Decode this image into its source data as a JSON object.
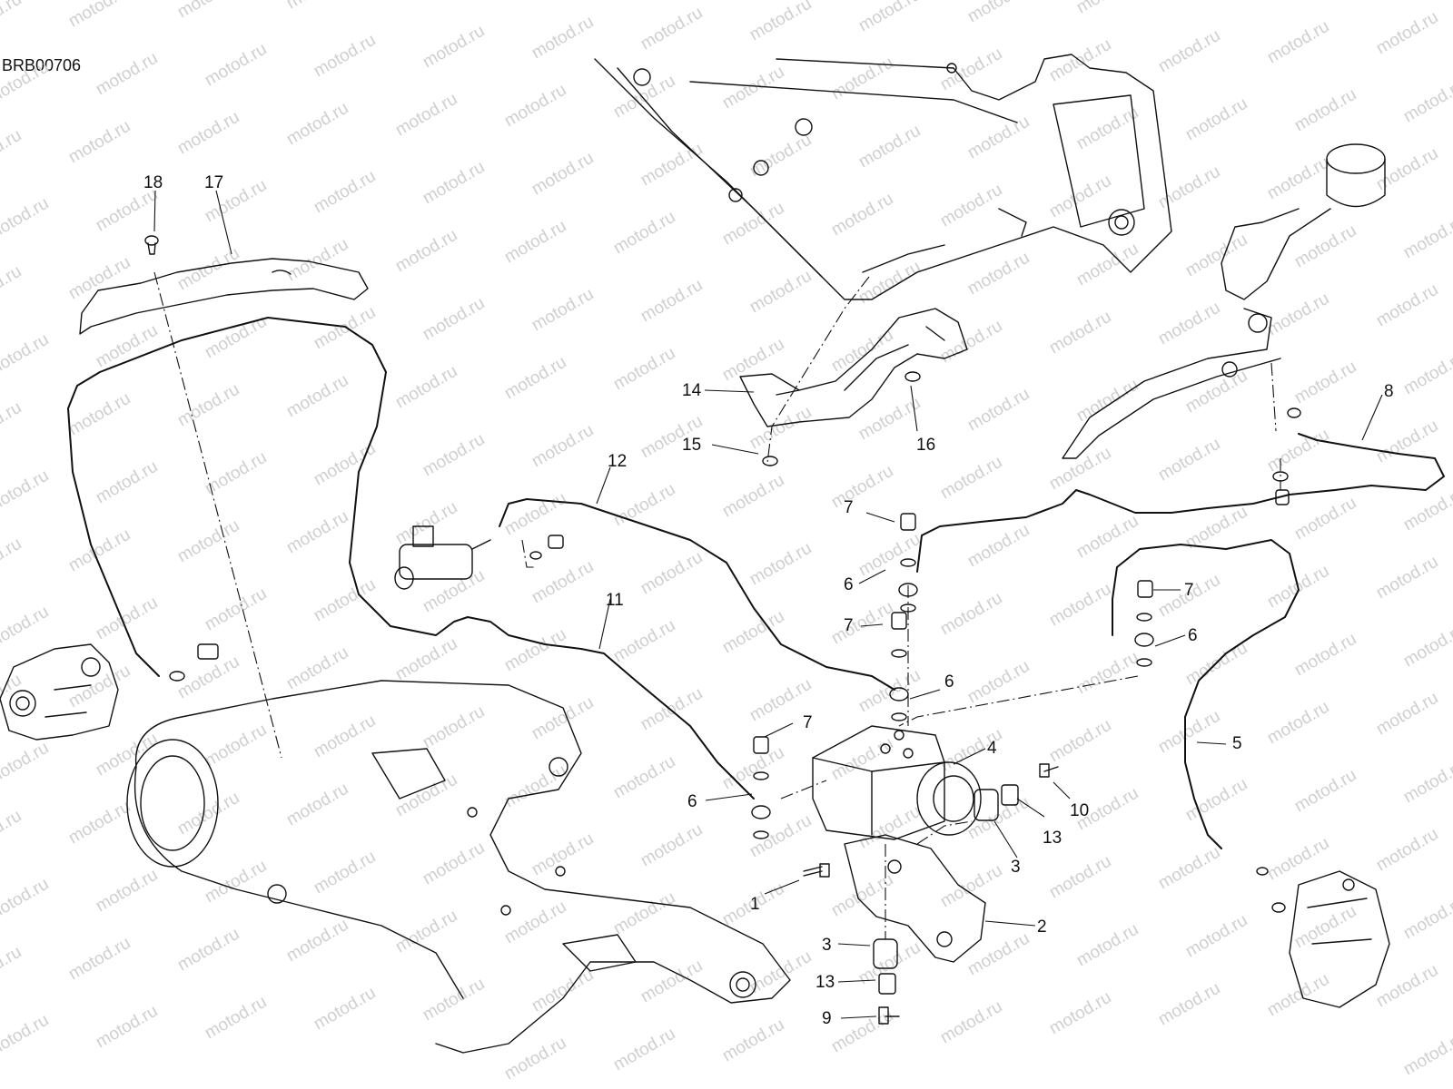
{
  "diagram": {
    "code": "BRB00706",
    "watermark": "motod.ru",
    "callouts": [
      {
        "id": "c18",
        "text": "18"
      },
      {
        "id": "c17",
        "text": "17"
      },
      {
        "id": "c14",
        "text": "14"
      },
      {
        "id": "c15",
        "text": "15"
      },
      {
        "id": "c16",
        "text": "16"
      },
      {
        "id": "c8",
        "text": "8"
      },
      {
        "id": "c12",
        "text": "12"
      },
      {
        "id": "c11",
        "text": "11"
      },
      {
        "id": "c7a",
        "text": "7"
      },
      {
        "id": "c6a",
        "text": "6"
      },
      {
        "id": "c7b",
        "text": "7"
      },
      {
        "id": "c6b",
        "text": "6"
      },
      {
        "id": "c7c",
        "text": "7"
      },
      {
        "id": "c6c",
        "text": "6"
      },
      {
        "id": "c7d",
        "text": "7"
      },
      {
        "id": "c6d",
        "text": "6"
      },
      {
        "id": "c4",
        "text": "4"
      },
      {
        "id": "c5",
        "text": "5"
      },
      {
        "id": "c10",
        "text": "10"
      },
      {
        "id": "c13a",
        "text": "13"
      },
      {
        "id": "c3a",
        "text": "3"
      },
      {
        "id": "c1",
        "text": "1"
      },
      {
        "id": "c2",
        "text": "2"
      },
      {
        "id": "c3b",
        "text": "3"
      },
      {
        "id": "c13b",
        "text": "13"
      },
      {
        "id": "c9",
        "text": "9"
      }
    ]
  }
}
